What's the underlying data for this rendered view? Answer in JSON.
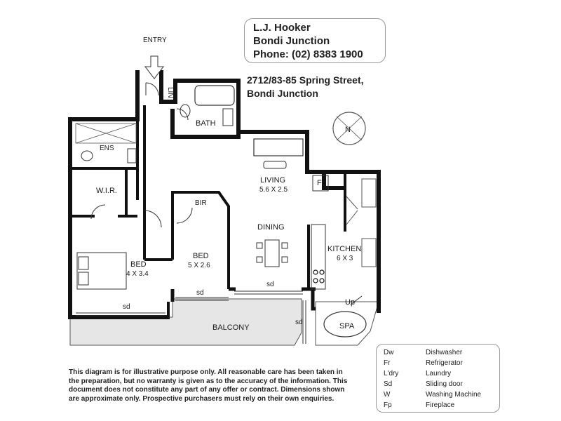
{
  "agency": {
    "line1": "L.J. Hooker",
    "line2": "Bondi Junction",
    "line3": "Phone: (02) 8383 1900"
  },
  "address": {
    "line1": "2712/83-85 Spring Street,",
    "line2": "Bondi Junction"
  },
  "compass": {
    "label": "N"
  },
  "rooms": {
    "entry": "ENTRY",
    "lin": "LIN",
    "bath": "BATH",
    "ens": "ENS",
    "wir": "W.I.R.",
    "living_name": "LIVING",
    "living_dims": "5.6 X 2.5",
    "fr": "Fr",
    "dining": "DINING",
    "kitchen_name": "KITCHEN",
    "kitchen_dims": "6 X 3",
    "bir": "BIR",
    "bed1_name": "BED",
    "bed1_dims": "4 X 3.4",
    "bed2_name": "BED",
    "bed2_dims": "5 X 2.6",
    "sd_bed1": "sd",
    "sd_bed2": "sd",
    "sd_dining": "sd",
    "sd_balcony": "sd",
    "balcony": "BALCONY",
    "spa": "SPA",
    "up": "Up"
  },
  "disclaimer": {
    "line1": "This diagram is for illustrative purpose only. All reasonable care has been taken in",
    "line2": "the preparation, but no warranty is given as to the accuracy of the information. This",
    "line3": "document does not constitute any part of any offer or contract. Dimensions shown",
    "line4": "are approximate only. Prospective purchasers must rely on their own enquiries."
  },
  "legend": [
    {
      "abbr": "Dw",
      "meaning": "Dishwasher"
    },
    {
      "abbr": "Fr",
      "meaning": "Refrigerator"
    },
    {
      "abbr": "L'dry",
      "meaning": "Laundry"
    },
    {
      "abbr": "Sd",
      "meaning": "Sliding door"
    },
    {
      "abbr": "W",
      "meaning": "Washing Machine"
    },
    {
      "abbr": "Fp",
      "meaning": "Fireplace"
    }
  ],
  "colors": {
    "wall": "#111111",
    "balcony_fill": "#e6e6e6",
    "thin_line": "#444444"
  }
}
